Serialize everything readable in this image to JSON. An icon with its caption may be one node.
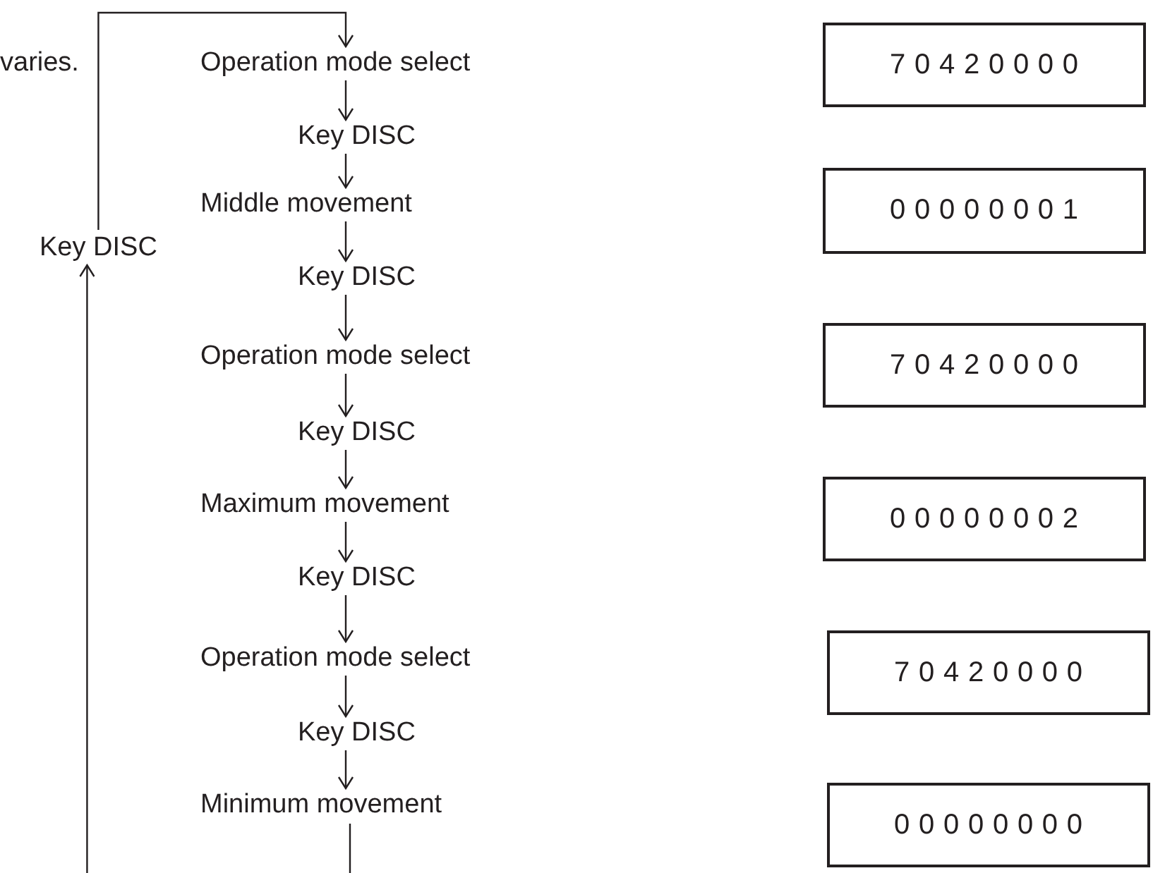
{
  "diagram": {
    "nodes": [
      {
        "text": [
          "Operation mode select"
        ]
      },
      {
        "text": [
          "Key DISC"
        ]
      },
      {
        "text": [
          "Middle movement"
        ]
      },
      {
        "text": [
          "Key DISC"
        ]
      },
      {
        "text": [
          "Operation mode select"
        ]
      },
      {
        "text": [
          "Key DISC"
        ]
      },
      {
        "text": [
          "Maximum movement"
        ]
      },
      {
        "text": [
          "Key DISC"
        ]
      },
      {
        "text": [
          "Operation mode select"
        ]
      },
      {
        "text": [
          "Key DISC"
        ]
      },
      {
        "text": [
          "Minimum movement"
        ]
      },
      {
        "text": [
          "Key DISC"
        ]
      },
      {
        "text": [
          "7 0 4 2 0 0 0 0"
        ]
      },
      {
        "text": [
          "0 0 0 0 0 0 0 1"
        ]
      },
      {
        "text": [
          "7 0 4 2 0 0 0 0"
        ]
      },
      {
        "text": [
          "0 0 0 0 0 0 0 2"
        ]
      },
      {
        "text": [
          "7 0 4 2 0 0 0 0"
        ]
      },
      {
        "text": [
          "0 0 0 0 0 0 0 0"
        ]
      }
    ],
    "edges": [
      {
        "from": 0,
        "to": 1,
        "arrow": "to"
      },
      {
        "from": 1,
        "to": 2,
        "arrow": "to"
      },
      {
        "from": 2,
        "to": 3,
        "arrow": "to"
      },
      {
        "from": 3,
        "to": 4,
        "arrow": "to"
      },
      {
        "from": 4,
        "to": 5,
        "arrow": "to"
      },
      {
        "from": 5,
        "to": 6,
        "arrow": "to"
      },
      {
        "from": 6,
        "to": 7,
        "arrow": "to"
      },
      {
        "from": 7,
        "to": 8,
        "arrow": "to"
      },
      {
        "from": 8,
        "to": 9,
        "arrow": "to"
      },
      {
        "from": 9,
        "to": 10,
        "arrow": "to"
      },
      {
        "from": 10,
        "to": null,
        "arrow": "none"
      },
      {
        "from": null,
        "to": 11,
        "arrow": "to"
      },
      {
        "from": 11,
        "to": 0,
        "arrow": "to"
      }
    ],
    "labels": [
      "varies."
    ]
  }
}
